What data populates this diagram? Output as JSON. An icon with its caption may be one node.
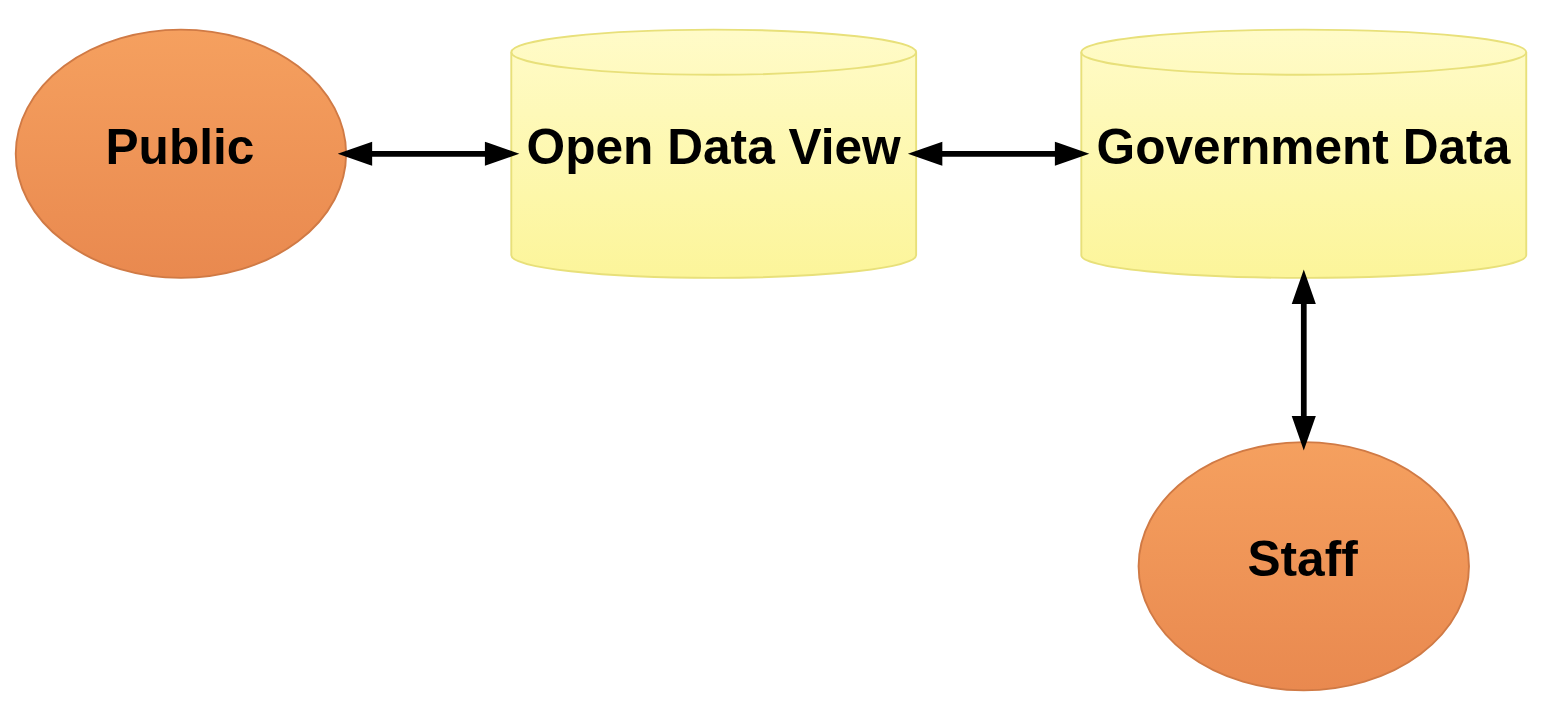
{
  "diagram": {
    "nodes": [
      {
        "text": [
          "Public"
        ]
      },
      {
        "text": [
          "Open Data View"
        ]
      },
      {
        "text": [
          "Government Data"
        ]
      },
      {
        "text": [
          "Staff"
        ]
      }
    ],
    "edges": [
      {
        "from": 0,
        "to": 1,
        "arrow": "both"
      },
      {
        "from": 1,
        "to": 2,
        "arrow": "both"
      },
      {
        "from": 2,
        "to": 3,
        "arrow": "both"
      }
    ]
  }
}
